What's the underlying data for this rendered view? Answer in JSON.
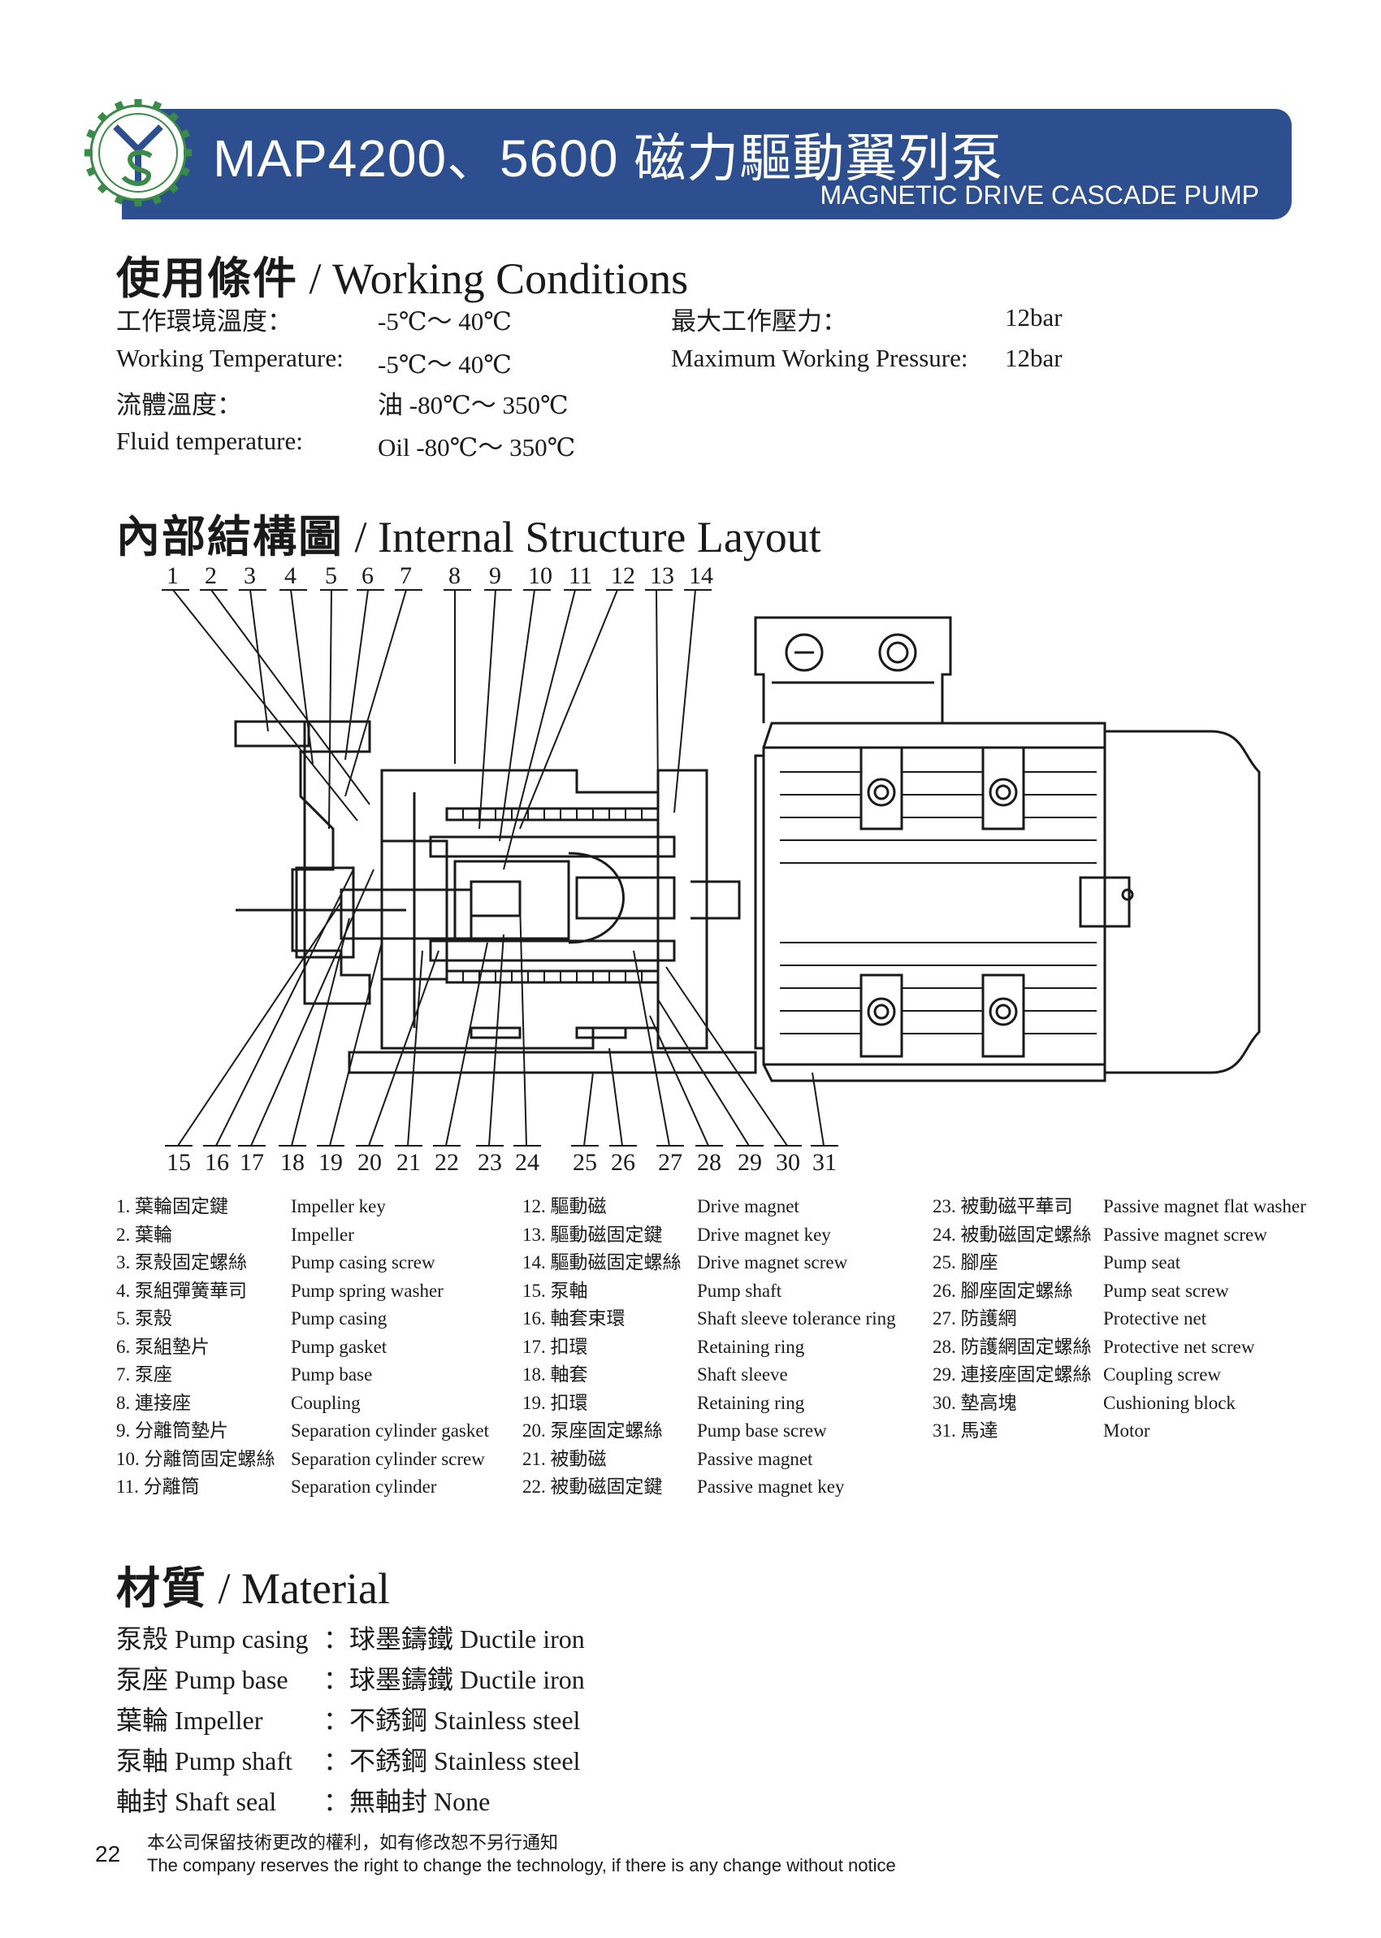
{
  "header": {
    "title": "MAP4200、5600 磁力驅動翼列泵",
    "subtitle": "MAGNETIC DRIVE CASCADE PUMP"
  },
  "working_conditions": {
    "title_zh": "使用條件",
    "title_en": " / Working Conditions",
    "rows": [
      {
        "label": "工作環境溫度：",
        "value": "-5℃～ 40℃",
        "label2": "最大工作壓力：",
        "value2": "12bar"
      },
      {
        "label": "Working Temperature:",
        "value": "-5℃～ 40℃",
        "label2": "Maximum Working Pressure:",
        "value2": "12bar"
      },
      {
        "label": "流體溫度：",
        "value": "油 -80℃～ 350℃",
        "label2": "",
        "value2": ""
      },
      {
        "label": "Fluid temperature:",
        "value": "Oil -80℃～ 350℃",
        "label2": "",
        "value2": ""
      }
    ]
  },
  "structure": {
    "title_zh": "內部結構圖",
    "title_en": " / Internal Structure Layout",
    "top_numbers": [
      "1",
      "2",
      "3",
      "4",
      "5",
      "6",
      "7",
      "8",
      "9",
      "10",
      "11",
      "12",
      "13",
      "14"
    ],
    "bottom_numbers": [
      "15",
      "16",
      "17",
      "18",
      "19",
      "20",
      "21",
      "22",
      "23",
      "24",
      "25",
      "26",
      "27",
      "28",
      "29",
      "30",
      "31"
    ]
  },
  "parts_columns": [
    [
      {
        "zh": "1. 葉輪固定鍵",
        "en": "Impeller key"
      },
      {
        "zh": "2. 葉輪",
        "en": "Impeller"
      },
      {
        "zh": "3. 泵殼固定螺絲",
        "en": "Pump casing screw"
      },
      {
        "zh": "4. 泵組彈簧華司",
        "en": "Pump spring washer"
      },
      {
        "zh": "5. 泵殼",
        "en": "Pump casing"
      },
      {
        "zh": "6. 泵組墊片",
        "en": "Pump gasket"
      },
      {
        "zh": "7. 泵座",
        "en": "Pump base"
      },
      {
        "zh": "8. 連接座",
        "en": "Coupling"
      },
      {
        "zh": "9. 分離筒墊片",
        "en": "Separation cylinder gasket"
      },
      {
        "zh": "10. 分離筒固定螺絲",
        "en": "Separation cylinder screw"
      },
      {
        "zh": "11. 分離筒",
        "en": "Separation cylinder"
      }
    ],
    [
      {
        "zh": "12. 驅動磁",
        "en": "Drive magnet"
      },
      {
        "zh": "13. 驅動磁固定鍵",
        "en": "Drive magnet key"
      },
      {
        "zh": "14. 驅動磁固定螺絲",
        "en": "Drive magnet screw"
      },
      {
        "zh": "15. 泵軸",
        "en": "Pump shaft"
      },
      {
        "zh": "16. 軸套束環",
        "en": "Shaft sleeve tolerance ring"
      },
      {
        "zh": "17. 扣環",
        "en": "Retaining ring"
      },
      {
        "zh": "18. 軸套",
        "en": "Shaft sleeve"
      },
      {
        "zh": "19. 扣環",
        "en": "Retaining ring"
      },
      {
        "zh": "20. 泵座固定螺絲",
        "en": "Pump base screw"
      },
      {
        "zh": "21. 被動磁",
        "en": "Passive magnet"
      },
      {
        "zh": "22. 被動磁固定鍵",
        "en": "Passive magnet key"
      }
    ],
    [
      {
        "zh": "23. 被動磁平華司",
        "en": "Passive magnet flat washer"
      },
      {
        "zh": "24. 被動磁固定螺絲",
        "en": "Passive magnet screw"
      },
      {
        "zh": "25. 腳座",
        "en": "Pump seat"
      },
      {
        "zh": "26. 腳座固定螺絲",
        "en": "Pump seat screw"
      },
      {
        "zh": "27. 防護網",
        "en": "Protective net"
      },
      {
        "zh": "28. 防護網固定螺絲",
        "en": "Protective net screw"
      },
      {
        "zh": "29. 連接座固定螺絲",
        "en": "Coupling screw"
      },
      {
        "zh": "30. 墊高塊",
        "en": "Cushioning block"
      },
      {
        "zh": "31. 馬達",
        "en": "Motor"
      }
    ]
  ],
  "material": {
    "title_zh": "材質",
    "title_en": " / Material",
    "rows": [
      {
        "part": "泵殼 Pump casing",
        "material": "：球墨鑄鐵 Ductile iron"
      },
      {
        "part": "泵座 Pump base",
        "material": "：球墨鑄鐵 Ductile iron"
      },
      {
        "part": "葉輪 Impeller",
        "material": "：不銹鋼 Stainless steel"
      },
      {
        "part": "泵軸 Pump shaft",
        "material": "：不銹鋼 Stainless steel"
      },
      {
        "part": "軸封 Shaft seal",
        "material": "：無軸封 None"
      }
    ]
  },
  "footer": {
    "page_number": "22",
    "notice_zh": "本公司保留技術更改的權利，如有修改恕不另行通知",
    "notice_en": "The company reserves the right to change the technology, if there is any change without notice"
  },
  "colors": {
    "banner": "#2e4f8f",
    "logo_green": "#3a8a4a",
    "logo_blue": "#2e4f8f"
  }
}
